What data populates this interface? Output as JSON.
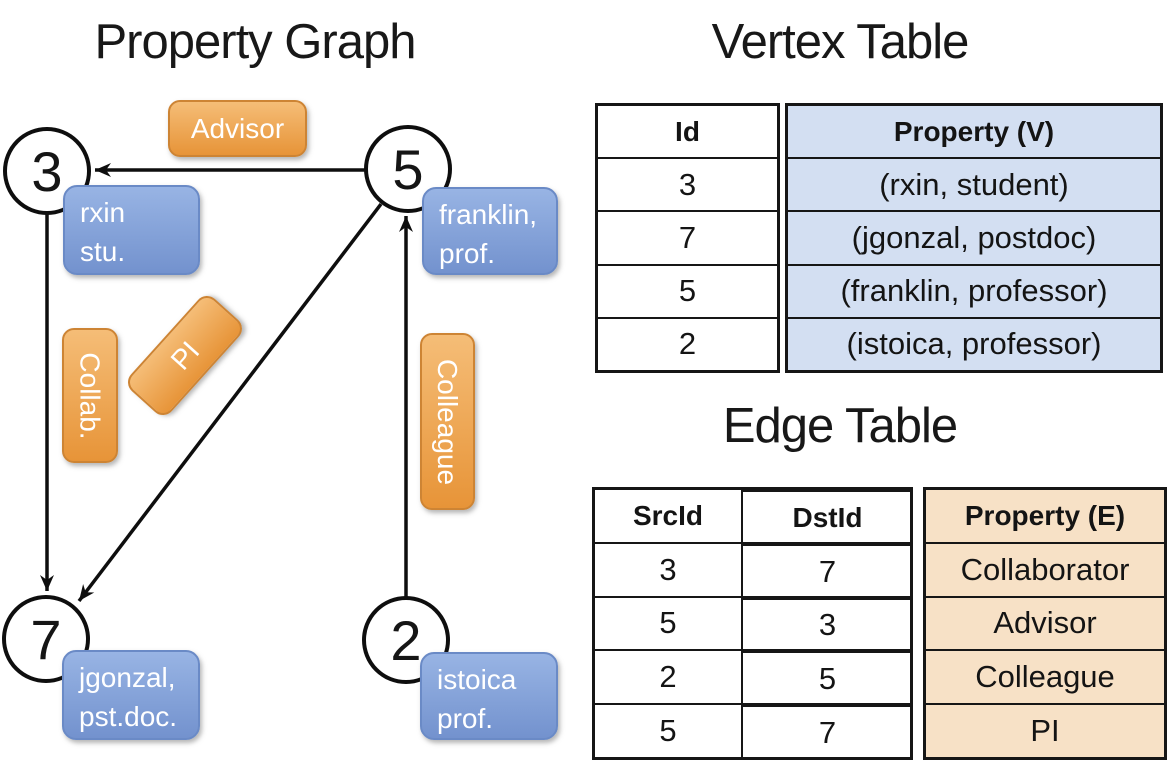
{
  "titles": {
    "graph": "Property Graph",
    "vertex_table": "Vertex Table",
    "edge_table": "Edge Table"
  },
  "graph": {
    "nodes": [
      {
        "id": "3",
        "property_line1": "rxin",
        "property_line2": "stu."
      },
      {
        "id": "5",
        "property_line1": "franklin,",
        "property_line2": "prof."
      },
      {
        "id": "7",
        "property_line1": "jgonzal,",
        "property_line2": "pst.doc."
      },
      {
        "id": "2",
        "property_line1": "istoica",
        "property_line2": "prof."
      }
    ],
    "edge_labels": [
      {
        "text": "Advisor",
        "from": "5",
        "to": "3"
      },
      {
        "text": "Collab.",
        "from": "3",
        "to": "7"
      },
      {
        "text": "PI",
        "from": "5",
        "to": "7"
      },
      {
        "text": "Colleague",
        "from": "2",
        "to": "5"
      }
    ]
  },
  "vertex_table": {
    "headers": {
      "id": "Id",
      "property": "Property (V)"
    },
    "rows": [
      {
        "id": "3",
        "property": "(rxin, student)"
      },
      {
        "id": "7",
        "property": "(jgonzal, postdoc)"
      },
      {
        "id": "5",
        "property": "(franklin, professor)"
      },
      {
        "id": "2",
        "property": "(istoica, professor)"
      }
    ]
  },
  "edge_table": {
    "headers": {
      "src": "SrcId",
      "dst": "DstId",
      "property": "Property (E)"
    },
    "rows": [
      {
        "src": "3",
        "dst": "7",
        "property": "Collaborator"
      },
      {
        "src": "5",
        "dst": "3",
        "property": "Advisor"
      },
      {
        "src": "2",
        "dst": "5",
        "property": "Colleague"
      },
      {
        "src": "5",
        "dst": "7",
        "property": "PI"
      }
    ]
  },
  "colors": {
    "node_label_blue": "#8aa6db",
    "edge_label_orange": "#eda350",
    "vertex_property_bg": "#d3dff2",
    "edge_property_bg": "#f7e1c6"
  }
}
